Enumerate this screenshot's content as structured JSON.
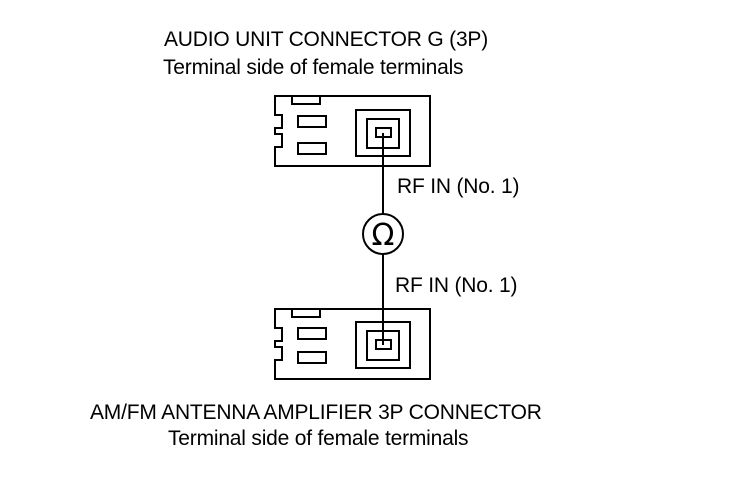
{
  "top_connector": {
    "title": "AUDIO UNIT CONNECTOR G (3P)",
    "subtitle": "Terminal side of female terminals"
  },
  "bottom_connector": {
    "title": "AM/FM ANTENNA AMPLIFIER 3P CONNECTOR",
    "subtitle": "Terminal side of female terminals"
  },
  "wire_labels": {
    "top": "RF IN (No. 1)",
    "bottom": "RF IN (No. 1)"
  },
  "meter": {
    "symbol": "Ω"
  },
  "colors": {
    "line": "#000000",
    "background": "#ffffff"
  }
}
